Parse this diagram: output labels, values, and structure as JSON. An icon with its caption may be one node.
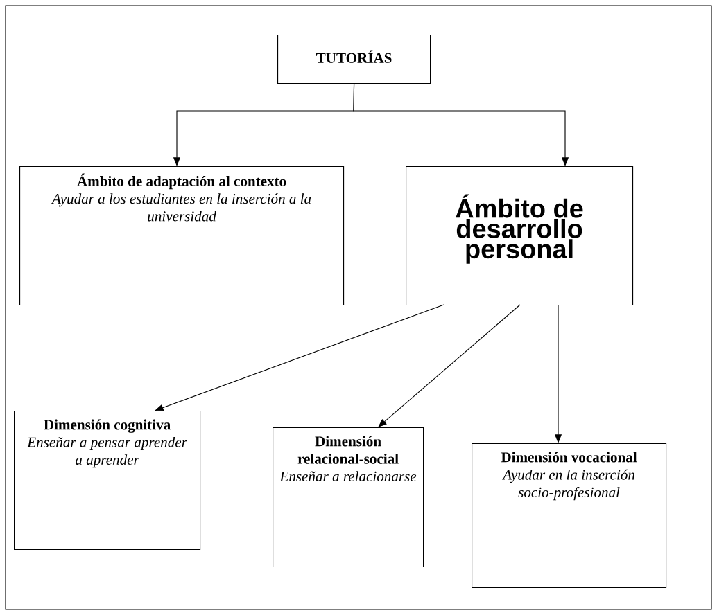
{
  "diagram": {
    "nodes": [
      {
        "text": [
          "TUTORÍAS"
        ]
      },
      {
        "text": [
          "Ámbito de adaptación al contexto",
          "Ayudar a los estudiantes en la inserción a la universidad"
        ]
      },
      {
        "text": [
          "Ámbito de desarrollo personal"
        ]
      },
      {
        "text": [
          "Dimensión cognitiva",
          "Enseñar a pensar aprender a aprender"
        ]
      },
      {
        "text": [
          "Dimensión relacional-social",
          "Enseñar a relacionarse"
        ]
      },
      {
        "text": [
          "Dimensión vocacional",
          "Ayudar en la inserción socio-profesional"
        ]
      }
    ],
    "edges": [
      {
        "from": 0,
        "to": 1,
        "arrow": "to"
      },
      {
        "from": 0,
        "to": 2,
        "arrow": "to"
      },
      {
        "from": 2,
        "to": 3,
        "arrow": "to"
      },
      {
        "from": 2,
        "to": 4,
        "arrow": "to"
      },
      {
        "from": 2,
        "to": 5,
        "arrow": "to"
      }
    ]
  }
}
